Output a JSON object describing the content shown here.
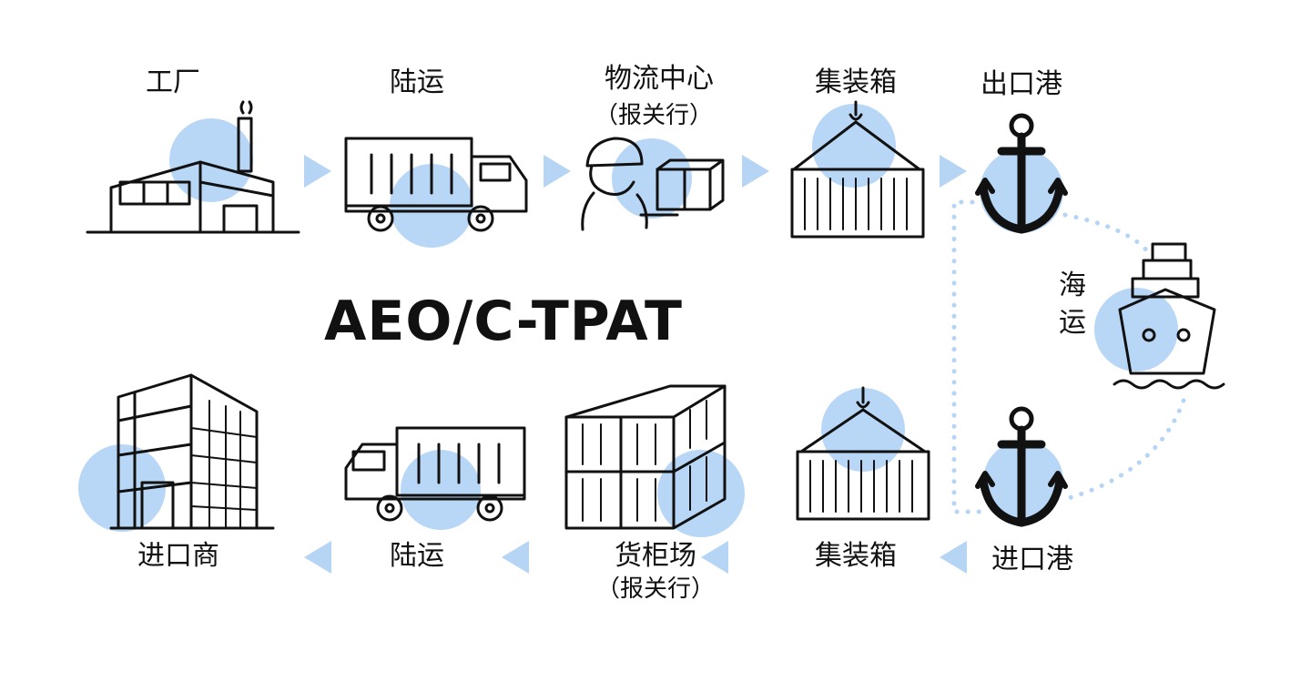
{
  "title": "AEO/C-TPAT",
  "colors": {
    "accent_blue": "#b8d6f5",
    "arrow_blue": "#b6d4f3",
    "ink": "#111111"
  },
  "top_row": [
    {
      "label": "工厂",
      "icon": "factory-icon"
    },
    {
      "label": "陆运",
      "icon": "truck-icon"
    },
    {
      "label": "物流中心",
      "sub": "（报关行）",
      "icon": "worker-with-box-icon"
    },
    {
      "label": "集装箱",
      "icon": "hoisted-container-icon"
    },
    {
      "label": "出口港",
      "icon": "anchor-icon"
    }
  ],
  "sea": {
    "label": "海运",
    "icon": "ship-icon"
  },
  "bottom_row": [
    {
      "label": "进口港",
      "icon": "anchor-icon"
    },
    {
      "label": "集装箱",
      "icon": "hoisted-container-icon"
    },
    {
      "label": "货柜场",
      "sub": "（报关行）",
      "icon": "stacked-containers-icon"
    },
    {
      "label": "陆运",
      "icon": "truck-icon"
    },
    {
      "label": "进口商",
      "icon": "office-building-icon"
    }
  ]
}
